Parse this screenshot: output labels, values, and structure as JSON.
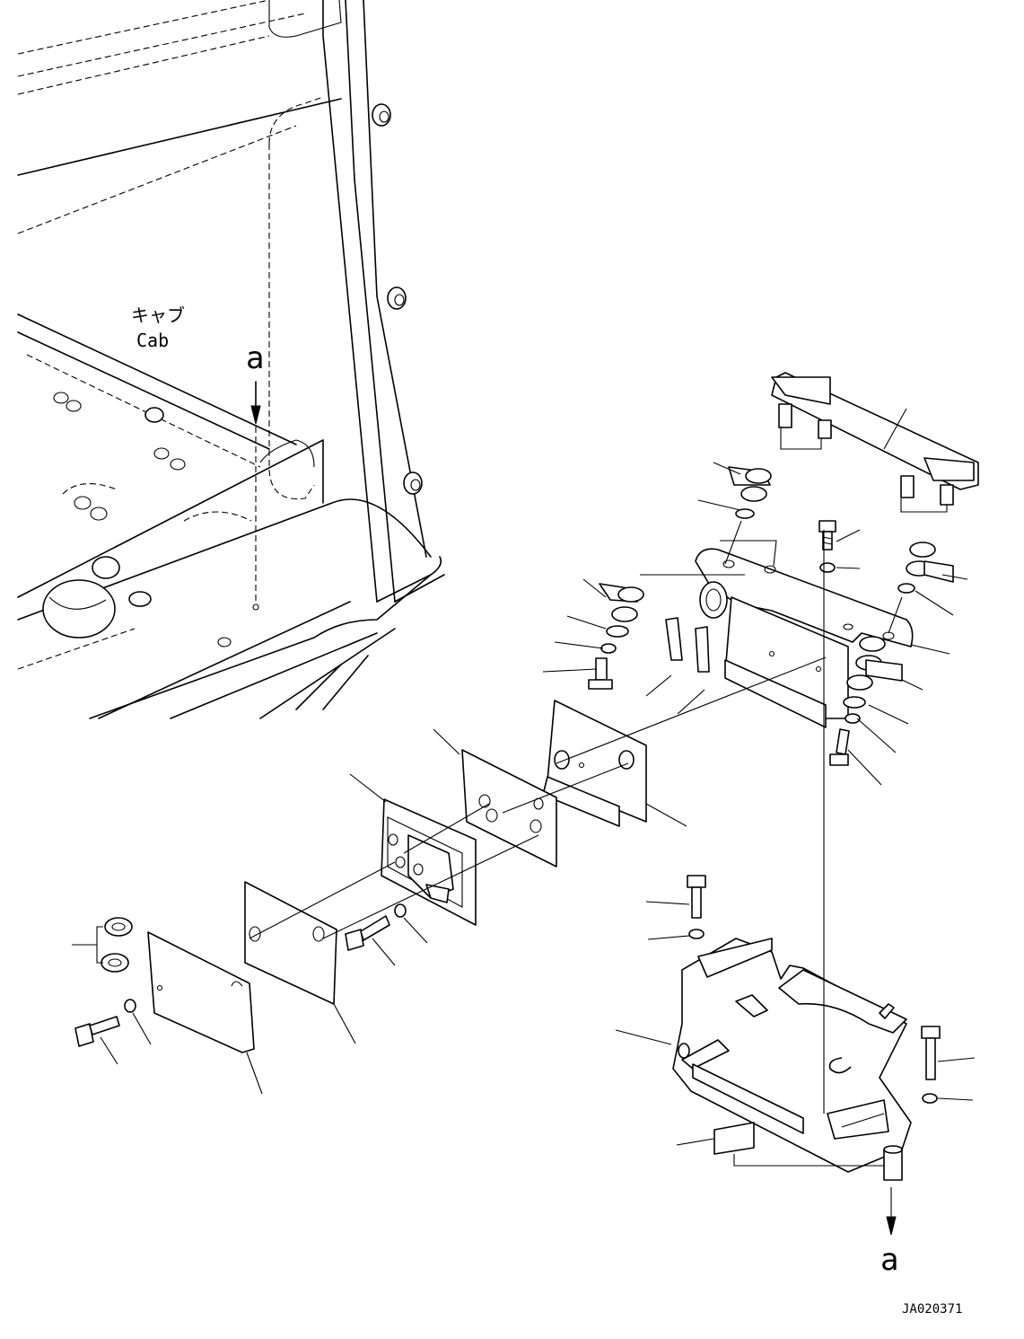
{
  "labels": {
    "cab_jp": "キャブ",
    "cab_en": "Cab",
    "ref_top": "a",
    "ref_bottom": "a",
    "drawing_code": "JA020371"
  }
}
